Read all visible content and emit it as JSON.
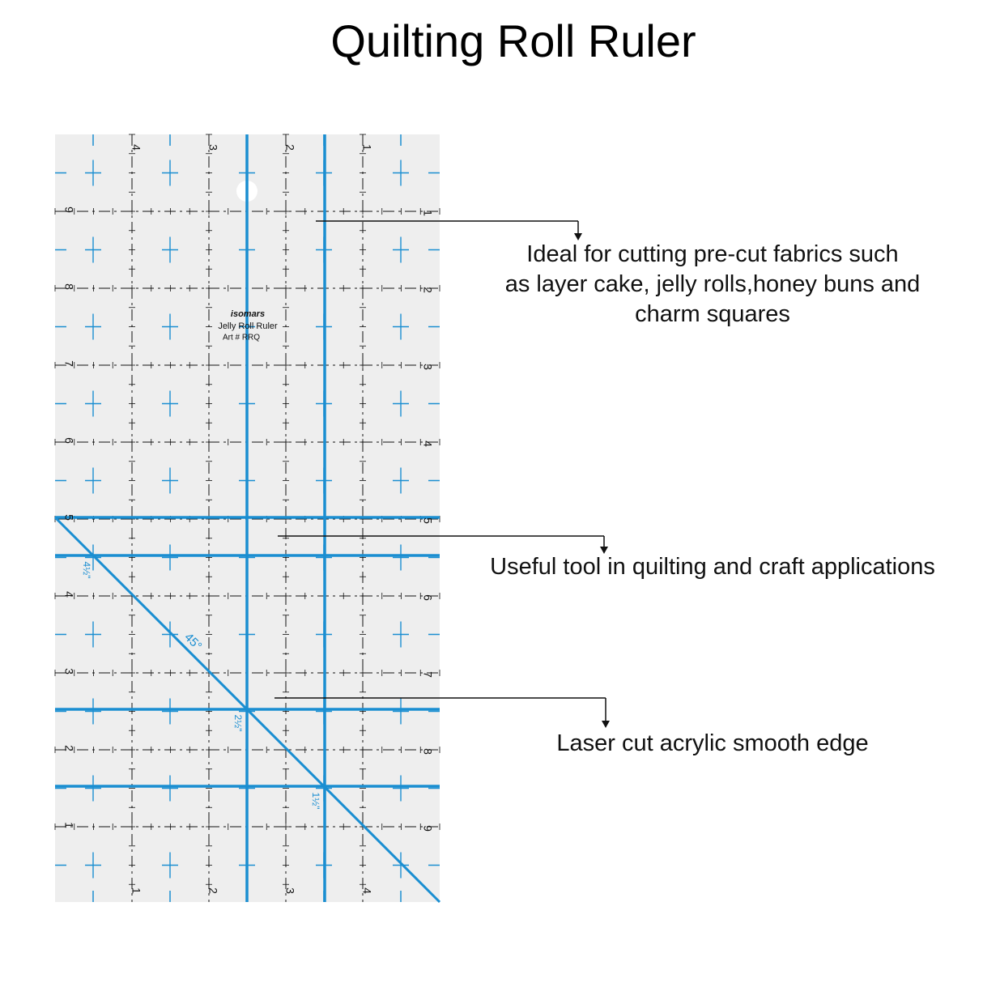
{
  "title": "Quilting Roll Ruler",
  "colors": {
    "blue": "#1a8ed1",
    "ruler_bg": "#eeeeee",
    "black": "#111111"
  },
  "ruler": {
    "brand": "isomars",
    "name": "Jelly Roll Ruler",
    "art": "Art # RRQ",
    "top_numbers": [
      "4",
      "3",
      "2",
      "1"
    ],
    "bottom_numbers": [
      "1",
      "2",
      "3",
      "4"
    ],
    "left_numbers": [
      "9",
      "8",
      "7",
      "6",
      "5",
      "4",
      "3",
      "2",
      "1"
    ],
    "right_numbers": [
      "1",
      "2",
      "3",
      "4",
      "5",
      "6",
      "7",
      "8",
      "9"
    ],
    "angle_label": "45°",
    "mark_labels": [
      "4½\"",
      "2½\"",
      "1½\""
    ]
  },
  "callouts": {
    "first": [
      "Ideal for cutting pre-cut fabrics such",
      "as layer cake, jelly rolls,honey buns and",
      "charm squares"
    ],
    "second": "Useful tool in quilting and craft applications",
    "third": "Laser cut acrylic smooth edge"
  }
}
